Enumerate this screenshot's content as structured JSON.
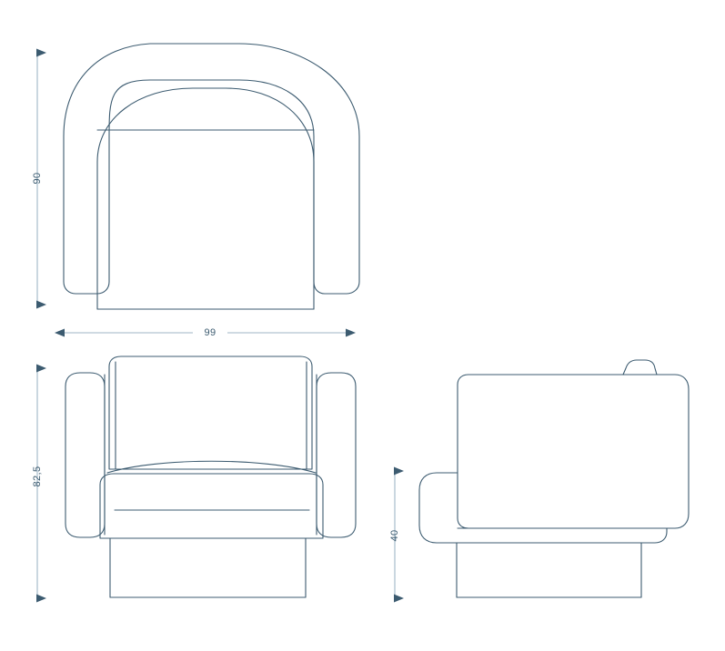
{
  "drawing": {
    "type": "furniture-technical-drawing",
    "subject": "armchair",
    "units": "cm",
    "background_color": "#ffffff",
    "line_color": "#3c5b70",
    "dimension_line_color": "#9fb6c6",
    "dimension_text_color": "#3c5b70",
    "views": [
      {
        "id": "top-view",
        "name": "Top View",
        "position": "top-left",
        "dimensions_shown": [
          "height-90",
          "width-99"
        ]
      },
      {
        "id": "front-view",
        "name": "Front View",
        "position": "bottom-left",
        "dimensions_shown": [
          "height-82-5"
        ]
      },
      {
        "id": "side-view",
        "name": "Side View",
        "position": "bottom-right",
        "dimensions_shown": [
          "height-40"
        ]
      }
    ]
  },
  "dimensions": {
    "top_view_height": {
      "value": "90",
      "orientation": "vertical",
      "view": "top-view"
    },
    "top_view_width": {
      "value": "99",
      "orientation": "horizontal",
      "view": "top-view"
    },
    "front_view_height": {
      "value": "82,5",
      "orientation": "vertical",
      "view": "front-view"
    },
    "side_view_height": {
      "value": "40",
      "orientation": "vertical",
      "view": "side-view"
    }
  }
}
